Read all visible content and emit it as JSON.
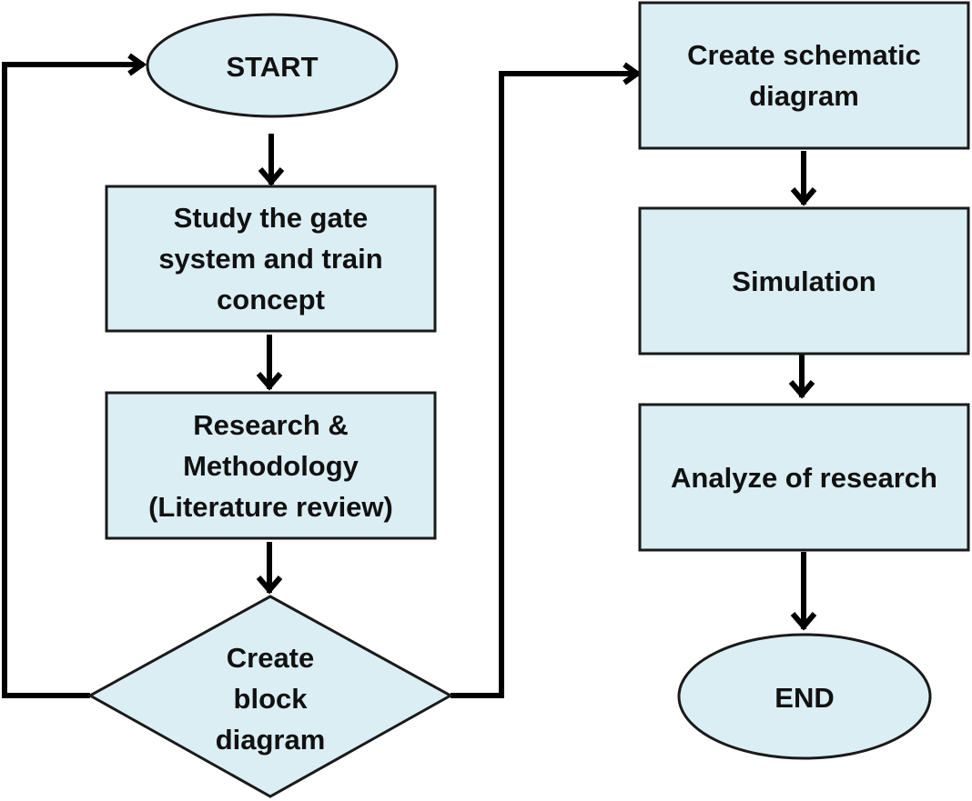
{
  "colors": {
    "node_fill": "#dbeef4",
    "node_stroke": "#1a1a1a",
    "connector": "#000000"
  },
  "nodes": {
    "start": {
      "shape": "ellipse",
      "text": "START"
    },
    "study": {
      "shape": "rectangle",
      "text": "Study the gate system and train concept"
    },
    "research": {
      "shape": "rectangle",
      "text": "Research & Methodology (Literature review)"
    },
    "block": {
      "shape": "diamond",
      "text": "Create block diagram"
    },
    "schematic": {
      "shape": "rectangle",
      "text": "Create schematic diagram"
    },
    "simulation": {
      "shape": "rectangle",
      "text": "Simulation"
    },
    "analyze": {
      "shape": "rectangle",
      "text": "Analyze of research"
    },
    "end": {
      "shape": "ellipse",
      "text": "END"
    }
  },
  "edges": [
    {
      "from": "start",
      "to": "study"
    },
    {
      "from": "study",
      "to": "research"
    },
    {
      "from": "research",
      "to": "block"
    },
    {
      "from": "block",
      "to": "start"
    },
    {
      "from": "block",
      "to": "schematic"
    },
    {
      "from": "schematic",
      "to": "simulation"
    },
    {
      "from": "simulation",
      "to": "analyze"
    },
    {
      "from": "analyze",
      "to": "end"
    }
  ]
}
